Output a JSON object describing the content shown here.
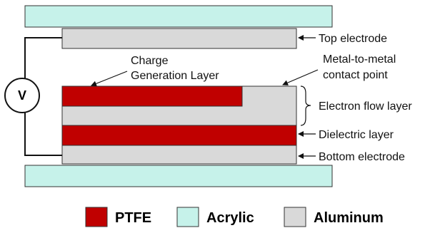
{
  "labels": {
    "top_electrode": "Top electrode",
    "charge_generation_line1": "Charge",
    "charge_generation_line2": "Generation Layer",
    "metal_contact_line1": "Metal-to-metal",
    "metal_contact_line2": "contact point",
    "electron_flow_layer": "Electron flow layer",
    "dielectric_layer": "Dielectric layer",
    "bottom_electrode": "Bottom electrode",
    "voltmeter": "V"
  },
  "legend": [
    {
      "label": "PTFE",
      "color": "#c00000"
    },
    {
      "label": "Acrylic",
      "color": "#c6f2ea"
    },
    {
      "label": "Aluminum",
      "color": "#d9d9d9"
    }
  ],
  "colors": {
    "ptfe": "#c00000",
    "acrylic": "#c6f2ea",
    "aluminum": "#d9d9d9",
    "stroke": "#333333"
  }
}
